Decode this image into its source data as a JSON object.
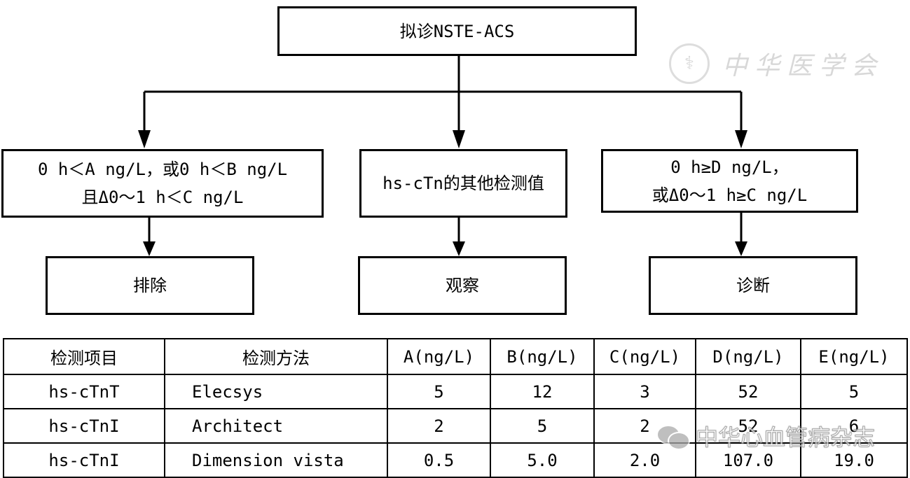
{
  "flow": {
    "start": "拟诊NSTE-ACS",
    "left": {
      "line1": "0 h＜A ng/L，或0 h＜B ng/L",
      "line2": "且Δ0～1 h＜C ng/L"
    },
    "middle": {
      "line1": "hs-cTn的其他检测值"
    },
    "right": {
      "line1": "0 h≥D ng/L，",
      "line2": "或Δ0～1 h≥C ng/L"
    },
    "outcomes": {
      "rule_out": "排除",
      "observe": "观察",
      "rule_in": "诊断"
    }
  },
  "watermark": {
    "text": "中华医学会",
    "seal_glyph": "⚕",
    "wechat_text": "中华心血管病杂志"
  },
  "table": {
    "headers": [
      "检测项目",
      "检测方法",
      "A(ng/L)",
      "B(ng/L)",
      "C(ng/L)",
      "D(ng/L)",
      "E(ng/L)"
    ],
    "rows": [
      [
        "hs-cTnT",
        "Elecsys",
        "5",
        "12",
        "3",
        "52",
        "5"
      ],
      [
        "hs-cTnI",
        "Architect",
        "2",
        "5",
        "2",
        "52",
        "6"
      ],
      [
        "hs-cTnI",
        "Dimension vista",
        "0.5",
        "5.0",
        "2.0",
        "107.0",
        "19.0"
      ]
    ]
  }
}
